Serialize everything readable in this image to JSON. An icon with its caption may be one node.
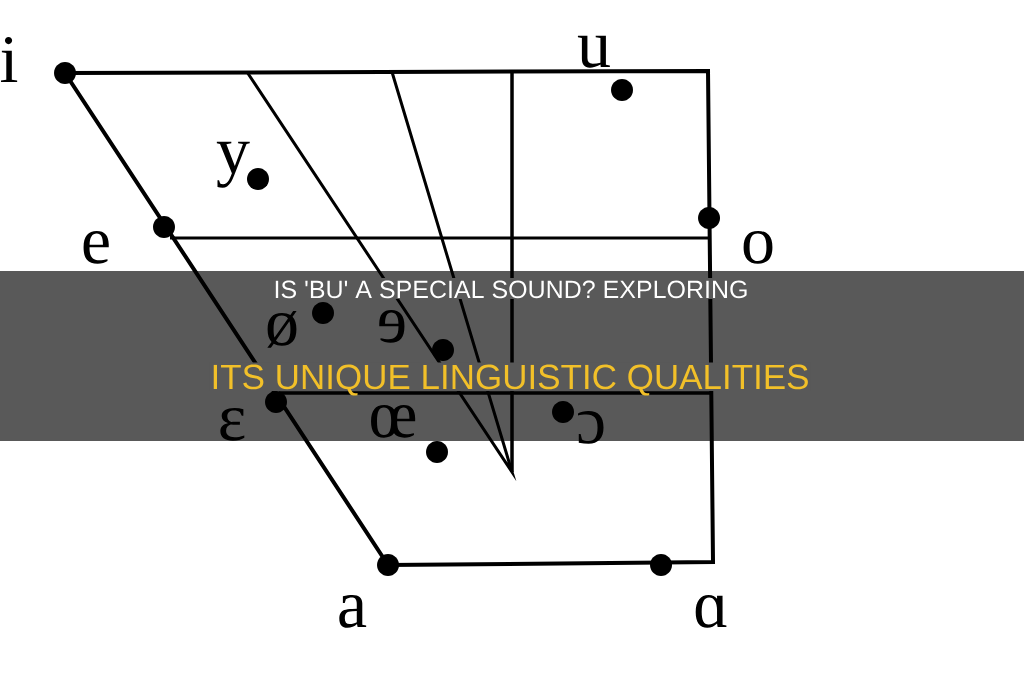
{
  "diagram": {
    "title": "IS 'BU' A SPECIAL SOUND? EXPLORING ITS UNIQUE LINGUISTIC QUALITIES",
    "labels": [
      "i",
      "u",
      "y",
      "e",
      "o",
      "ø",
      "ɘ",
      "ɛ",
      "œ",
      "ɔ",
      "a",
      "ɑ"
    ]
  }
}
